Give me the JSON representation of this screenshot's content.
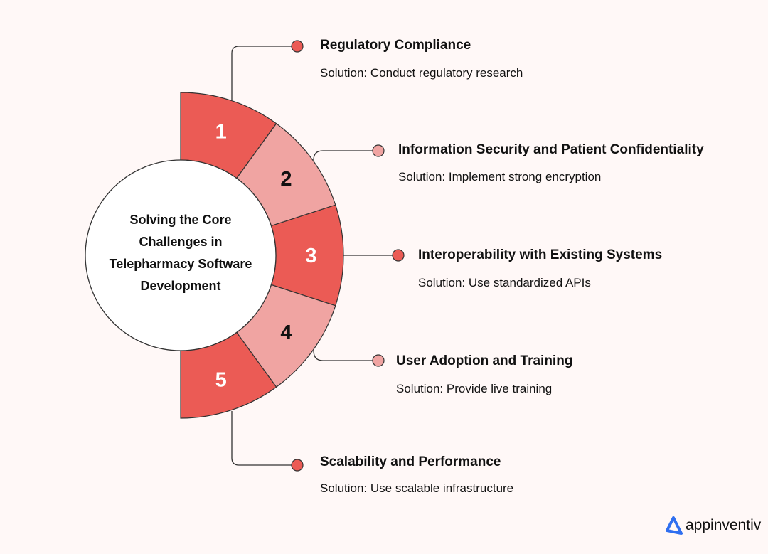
{
  "center_title": "Solving the Core Challenges in Telepharmacy Software Development",
  "colors": {
    "dark": "#eb5b55",
    "light": "#f0a4a2",
    "stroke": "#333333",
    "logo": "#2f6ff0"
  },
  "items": [
    {
      "number": "1",
      "title": "Regulatory Compliance",
      "solution": "Solution: Conduct regulatory research",
      "shade": "dark"
    },
    {
      "number": "2",
      "title": "Information Security and Patient Confidentiality",
      "solution": "Solution: Implement strong encryption",
      "shade": "light"
    },
    {
      "number": "3",
      "title": "Interoperability with Existing Systems",
      "solution": "Solution: Use standardized APIs",
      "shade": "dark"
    },
    {
      "number": "4",
      "title": "User Adoption and Training",
      "solution": "Solution: Provide live training",
      "shade": "light"
    },
    {
      "number": "5",
      "title": "Scalability and Performance",
      "solution": "Solution: Use scalable infrastructure",
      "shade": "dark"
    }
  ],
  "logo": {
    "text": "appinventiv"
  }
}
